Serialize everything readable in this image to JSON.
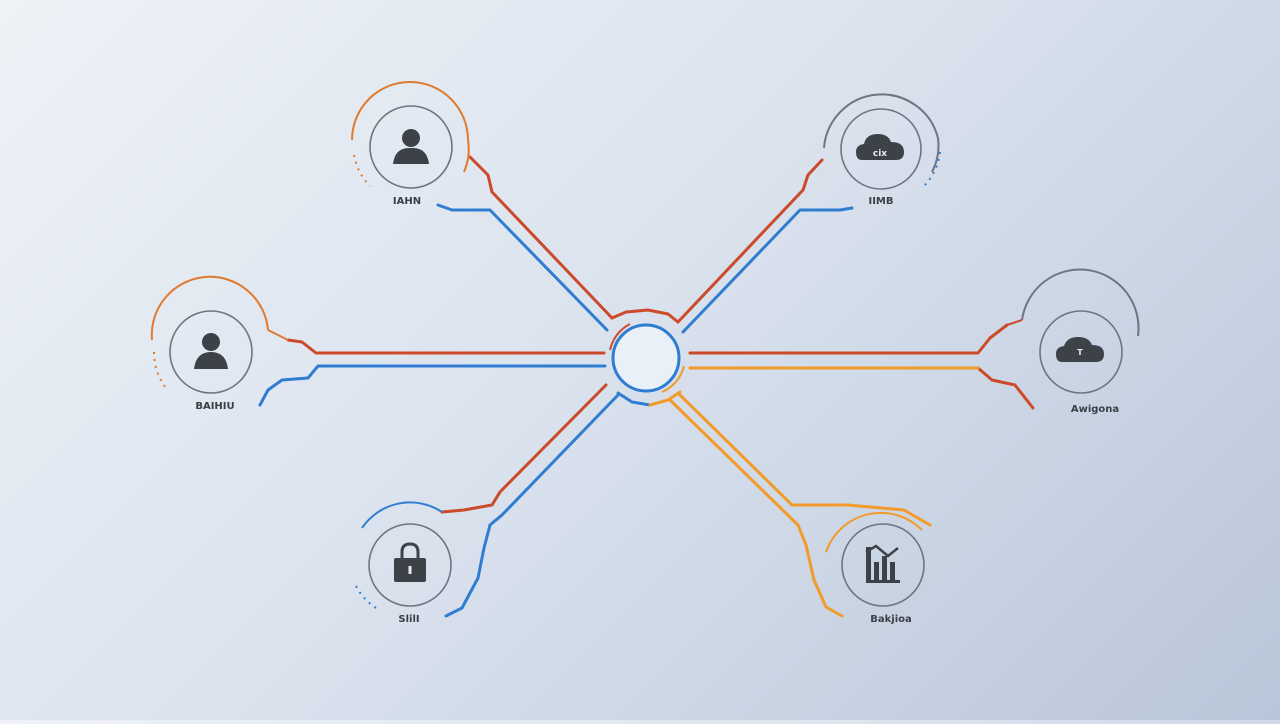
{
  "colors": {
    "red": "#cc4a2a",
    "blue": "#2f7dd1",
    "orange": "#f29a2a",
    "node_ring": "#6d7580",
    "icon": "#3d4248",
    "label": "#3a3f45"
  },
  "hub": {
    "name": "central-hub"
  },
  "nodes": [
    {
      "id": "top-left",
      "icon": "user-icon",
      "label": "IAHN"
    },
    {
      "id": "top-right",
      "icon": "cloud-icon",
      "icon_text": "cix",
      "label": "IIMB"
    },
    {
      "id": "mid-left",
      "icon": "user-icon",
      "label": "BAIHIU"
    },
    {
      "id": "mid-right",
      "icon": "cloud-icon",
      "icon_text": "T",
      "label": "Awigona"
    },
    {
      "id": "bottom-left",
      "icon": "lock-icon",
      "label": "SlilI"
    },
    {
      "id": "bottom-right",
      "icon": "bar-chart-icon",
      "label": "Bakjioa"
    }
  ]
}
